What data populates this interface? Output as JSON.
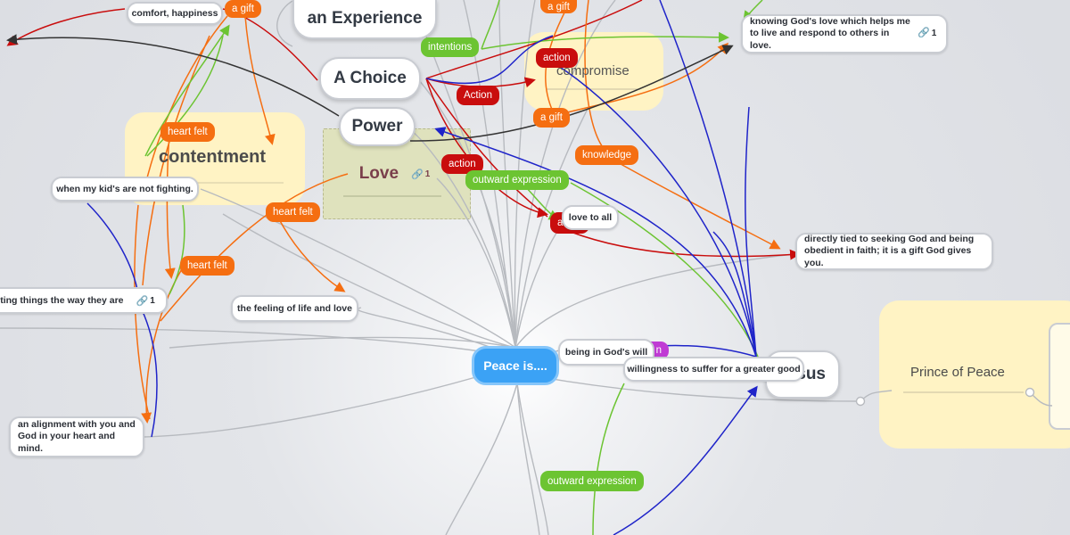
{
  "central": {
    "label": "Peace is...."
  },
  "big_nodes": {
    "experience": "an Experience",
    "choice": "A Choice",
    "power": "Power",
    "love": "Love",
    "contentment": "contentment",
    "compromise": "compromise",
    "jesus": "sus",
    "prince": "Prince of Peace"
  },
  "cards": {
    "comfort": "comfort, happiness",
    "knowing": "knowing God's love which helps me to live and respond to others in love.",
    "kids": "when my kid's are not fighting.",
    "accepting": "ting things the way they are",
    "feeling": "the feeling of life and love",
    "love_all": "love to all",
    "directly": "directly tied to seeking God and being obedient in faith; it is a gift God gives you.",
    "gods_will": "being in God's will",
    "willingness": "willingness to suffer for a greater good",
    "alignment": "an alignment with you and God in your heart and mind."
  },
  "link_counts": {
    "love": "1",
    "knowing": "1",
    "accepting": "1"
  },
  "tags": {
    "gift_top_left": "a gift",
    "gift_top_right": "a gift",
    "intentions": "intentions",
    "action_top": "action",
    "action_mid": "Action",
    "gift_mid": "a gift",
    "heart_felt_1": "heart felt",
    "knowledge": "knowledge",
    "action_love": "action",
    "outward_1": "outward expression",
    "heart_felt_2": "heart felt",
    "heart_felt_3": "heart felt",
    "action_hidden": "a",
    "outward_2": "outward expression",
    "magenta_hidden": "n"
  },
  "icons": {
    "link": "link-icon"
  },
  "colors": {
    "orange": "#f56e11",
    "green": "#6cc432",
    "red": "#c90d0d",
    "blue": "#1f24c9",
    "central": "#3ba2f5",
    "yellow_zone": "#fff3c4"
  }
}
